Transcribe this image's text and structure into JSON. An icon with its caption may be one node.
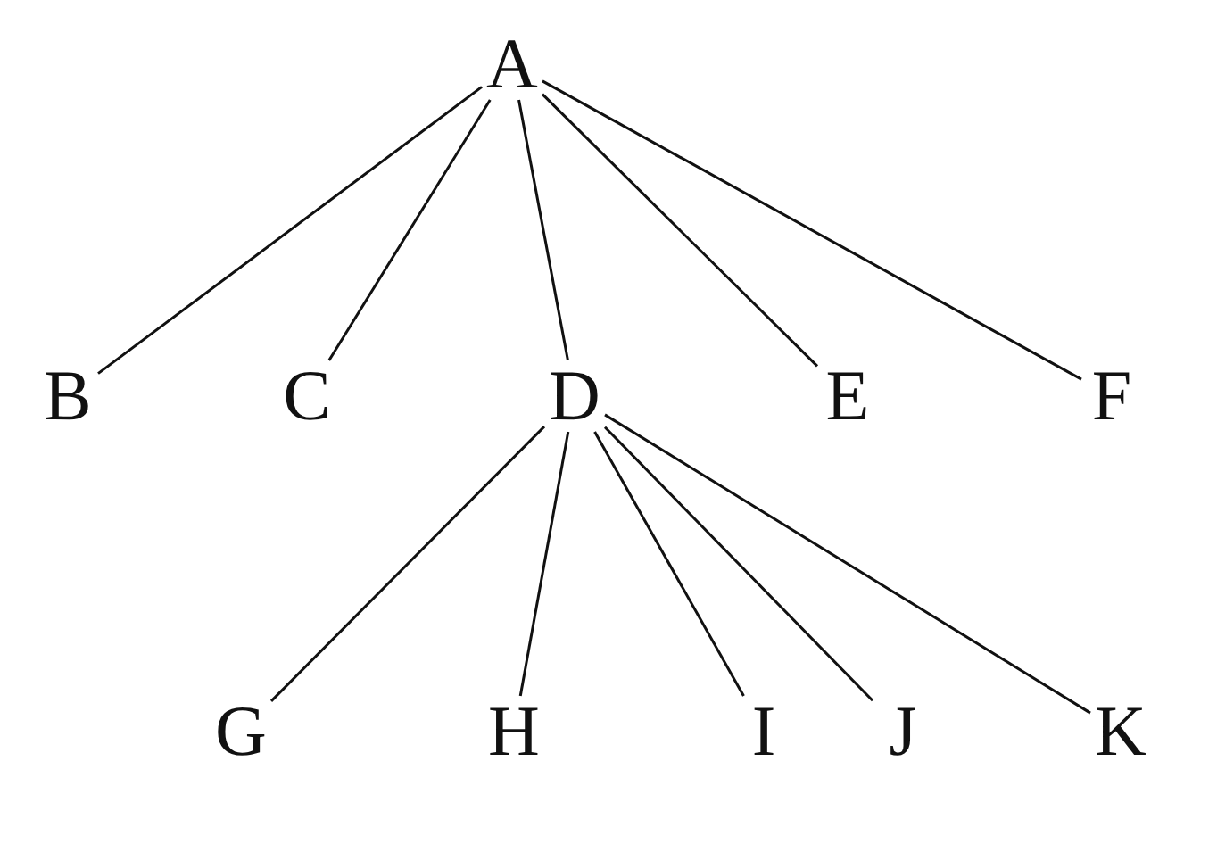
{
  "diagram": {
    "nodes": [
      {
        "text": [
          "A"
        ]
      },
      {
        "text": [
          "B"
        ]
      },
      {
        "text": [
          "C"
        ]
      },
      {
        "text": [
          "D"
        ]
      },
      {
        "text": [
          "E"
        ]
      },
      {
        "text": [
          "F"
        ]
      },
      {
        "text": [
          "G"
        ]
      },
      {
        "text": [
          "H"
        ]
      },
      {
        "text": [
          "I"
        ]
      },
      {
        "text": [
          "J"
        ]
      },
      {
        "text": [
          "K"
        ]
      }
    ],
    "edges": [
      {
        "from": 0,
        "to": 1,
        "arrow": "none"
      },
      {
        "from": 0,
        "to": 2,
        "arrow": "none"
      },
      {
        "from": 0,
        "to": 3,
        "arrow": "none"
      },
      {
        "from": 0,
        "to": 4,
        "arrow": "none"
      },
      {
        "from": 0,
        "to": 5,
        "arrow": "none"
      },
      {
        "from": 3,
        "to": 6,
        "arrow": "none"
      },
      {
        "from": 3,
        "to": 7,
        "arrow": "none"
      },
      {
        "from": 3,
        "to": 8,
        "arrow": "none"
      },
      {
        "from": 3,
        "to": 9,
        "arrow": "none"
      },
      {
        "from": 3,
        "to": 10,
        "arrow": "none"
      }
    ]
  }
}
